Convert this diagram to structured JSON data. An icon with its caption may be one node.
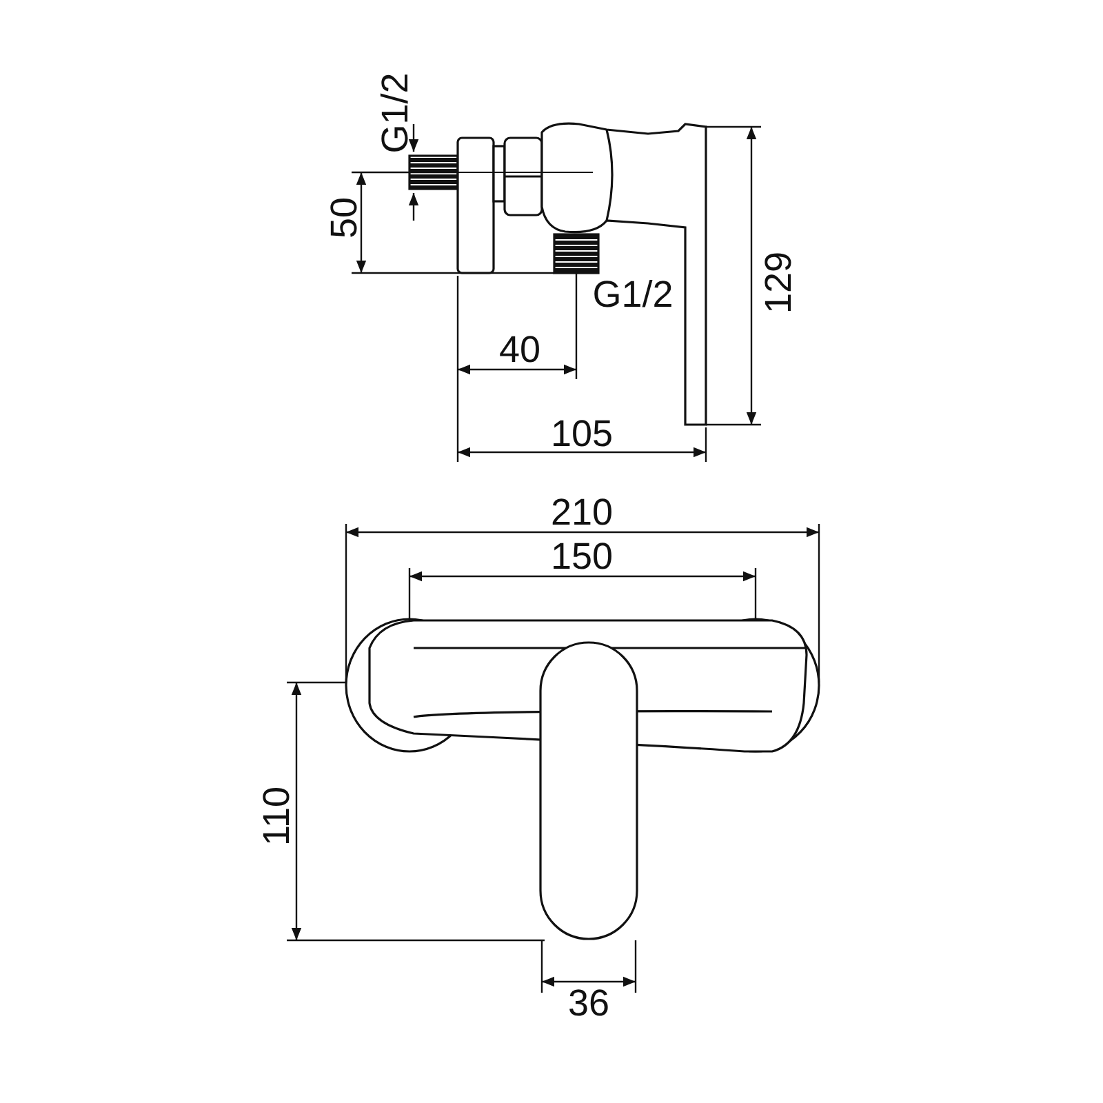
{
  "diagram": {
    "labels": [
      "G1/2",
      "50",
      "G1/2",
      "129",
      "40",
      "105",
      "210",
      "150",
      "110",
      "36"
    ]
  }
}
